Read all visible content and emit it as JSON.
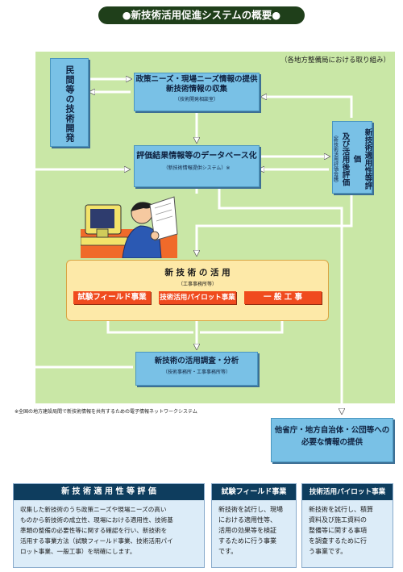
{
  "title": "●新技術活用促進システムの概要●",
  "regional_note": "（各地方整備局における取り組み）",
  "private_dev": "民間等の技術開発",
  "collect_box": {
    "line1": "政策ニーズ・現場ニーズ情報の提供",
    "line2": "新技術情報の収集",
    "sub": "（技術開発相談室）"
  },
  "database_box": {
    "line1": "評価結果情報等のデータベース化",
    "sub": "（新技術情報提供システム）※"
  },
  "evaluation_box": {
    "main": "新技術適用性等評価",
    "sub2": "及び活用後評価",
    "sub": "（新技術活用評価会議）"
  },
  "activity": {
    "title": "新 技 術 の 活 用",
    "sub": "（工事事務所等）",
    "items": [
      "試験フィールド事業",
      "技術活用パイロット事業",
      "一 般 工 事"
    ]
  },
  "survey_box": {
    "line1": "新技術の活用調査・分析",
    "sub": "（技術事務所・工事事務所等）"
  },
  "footnote": "※全国の地方建設局間で新技術情報を共有するための電子情報ネットワークシステム",
  "provide_box": {
    "line1": "他省庁・地方自治体・公団等への",
    "line2": "必要な情報の提供"
  },
  "bottom": [
    {
      "heading": "新 技 術 適 用 性 等 評 価",
      "lines": [
        "収集した新技術のうち政策ニーズや現場ニーズの高い",
        "ものから新技術の成立性、現場における適用性、技術基",
        "準類の整備の必要性等に関する確認を行い、新技術を",
        "活用する事業方法（試験フィールド事業、技術活用パイ",
        "ロット事業、一般工事）を明確にします。"
      ]
    },
    {
      "heading": "試験フィールド事業",
      "lines": [
        "新技術を試行し、現場",
        "における適用性等、",
        "活用の効果等を検証",
        "するために行う事業",
        "です。"
      ]
    },
    {
      "heading": "技術活用パイロット事業",
      "lines": [
        "新技術を試行し、積算",
        "資料及び施工資料の",
        "整備等に関する事項",
        "を調査するために行",
        "う事業です。"
      ]
    }
  ]
}
